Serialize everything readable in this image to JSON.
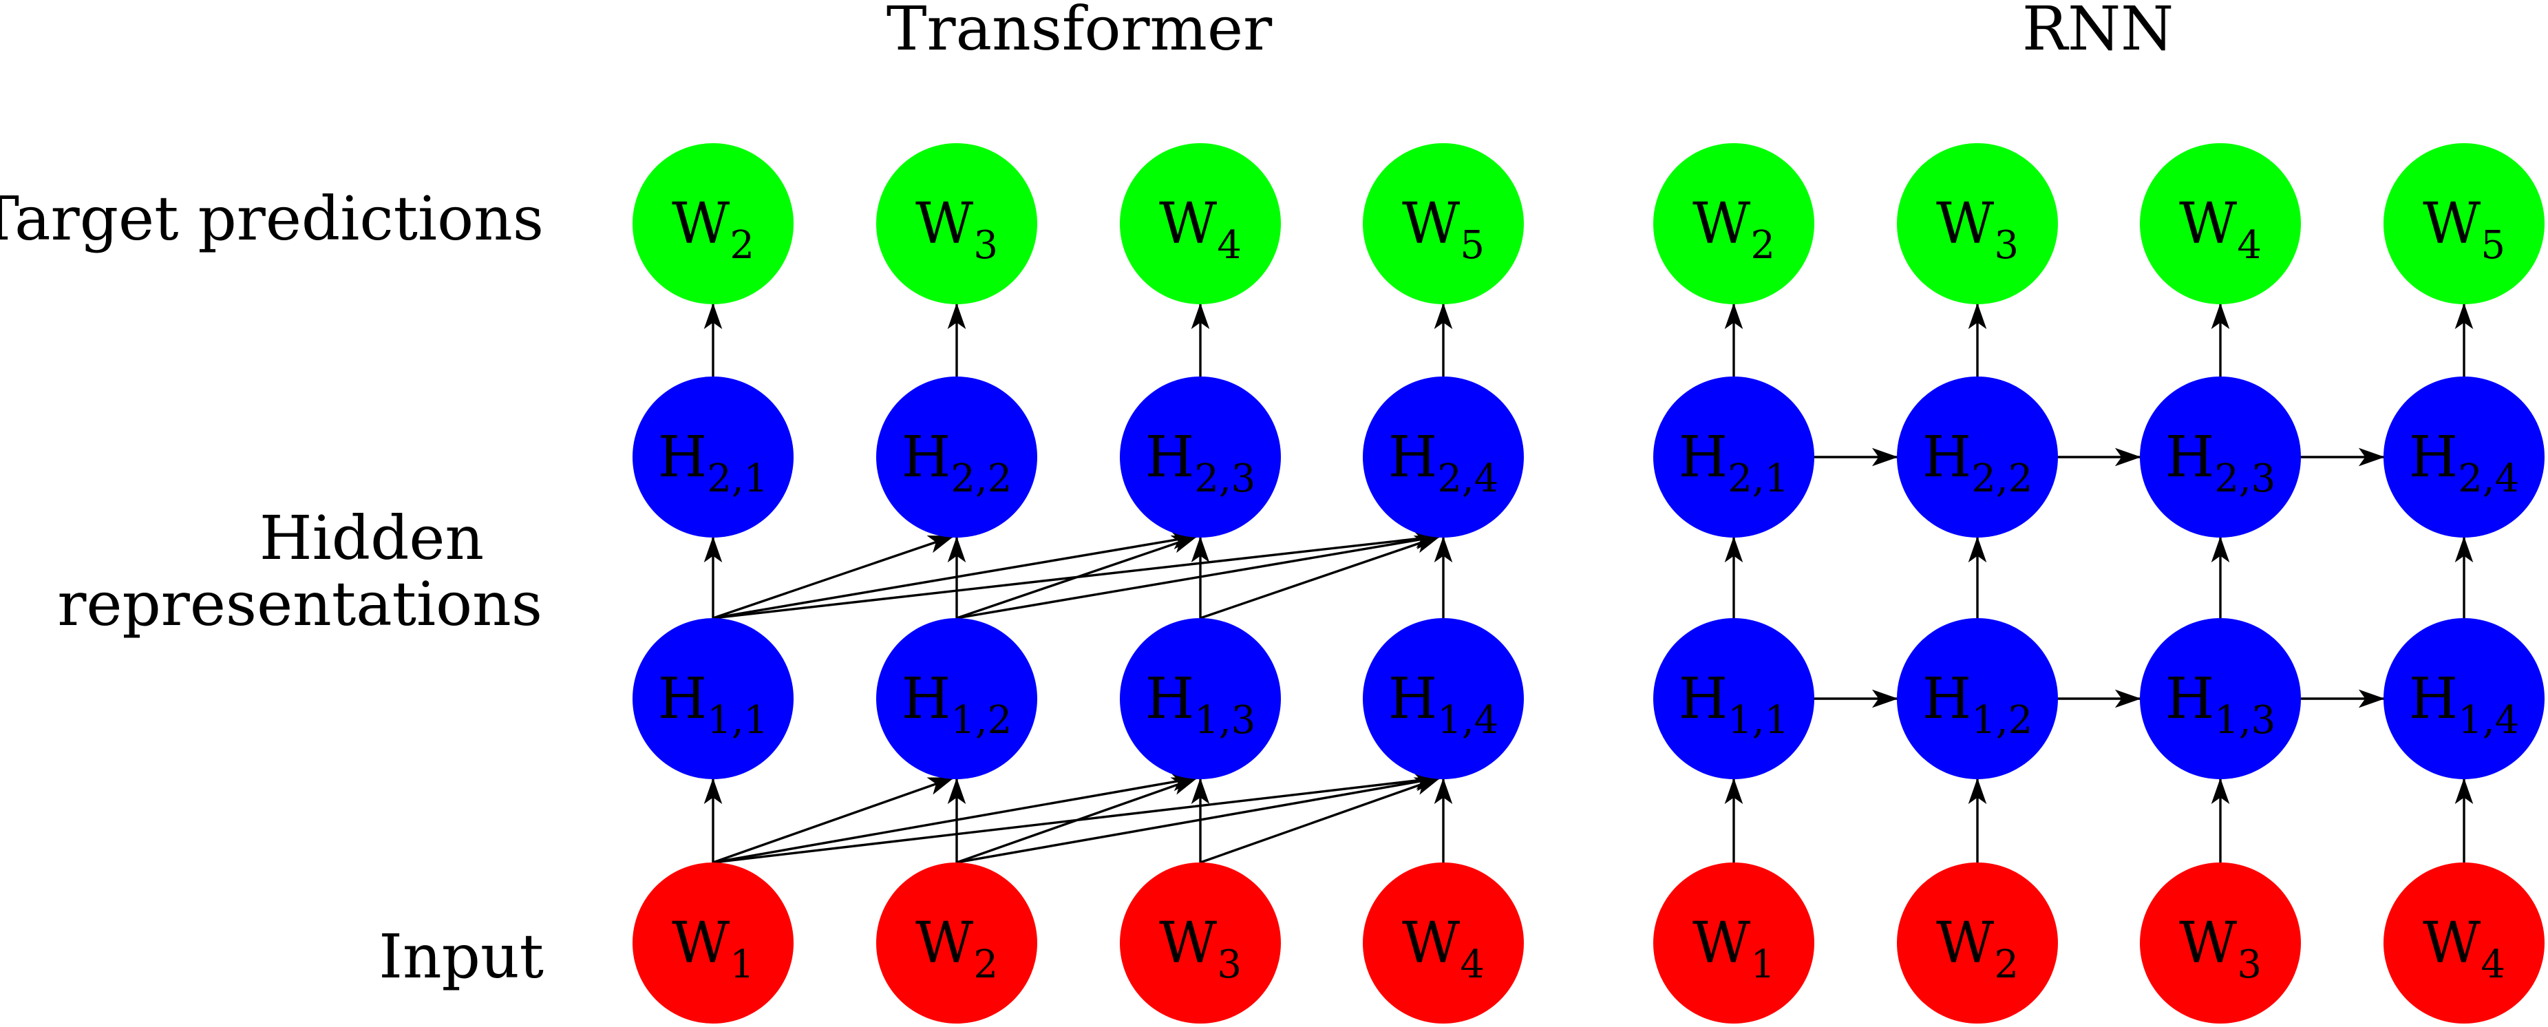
{
  "titles": {
    "transformer": "Transformer",
    "rnn": "RNN"
  },
  "row_labels": {
    "target": "Target predictions",
    "hidden_line1": "Hidden",
    "hidden_line2": "representations",
    "input": "Input"
  },
  "colors": {
    "input": "#ff0000",
    "hidden": "#0000ff",
    "target": "#00ff00",
    "edge": "#000000"
  },
  "panels": [
    {
      "key": "transformer",
      "connectivity": "all-previous-positions",
      "rows": {
        "target": [
          {
            "base": "W",
            "sub": "2"
          },
          {
            "base": "W",
            "sub": "3"
          },
          {
            "base": "W",
            "sub": "4"
          },
          {
            "base": "W",
            "sub": "5"
          }
        ],
        "hidden2": [
          {
            "base": "H",
            "sub": "2,1"
          },
          {
            "base": "H",
            "sub": "2,2"
          },
          {
            "base": "H",
            "sub": "2,3"
          },
          {
            "base": "H",
            "sub": "2,4"
          }
        ],
        "hidden1": [
          {
            "base": "H",
            "sub": "1,1"
          },
          {
            "base": "H",
            "sub": "1,2"
          },
          {
            "base": "H",
            "sub": "1,3"
          },
          {
            "base": "H",
            "sub": "1,4"
          }
        ],
        "input": [
          {
            "base": "W",
            "sub": "1"
          },
          {
            "base": "W",
            "sub": "2"
          },
          {
            "base": "W",
            "sub": "3"
          },
          {
            "base": "W",
            "sub": "4"
          }
        ]
      }
    },
    {
      "key": "rnn",
      "connectivity": "recurrent-previous-position",
      "rows": {
        "target": [
          {
            "base": "W",
            "sub": "2"
          },
          {
            "base": "W",
            "sub": "3"
          },
          {
            "base": "W",
            "sub": "4"
          },
          {
            "base": "W",
            "sub": "5"
          }
        ],
        "hidden2": [
          {
            "base": "H",
            "sub": "2,1"
          },
          {
            "base": "H",
            "sub": "2,2"
          },
          {
            "base": "H",
            "sub": "2,3"
          },
          {
            "base": "H",
            "sub": "2,4"
          }
        ],
        "hidden1": [
          {
            "base": "H",
            "sub": "1,1"
          },
          {
            "base": "H",
            "sub": "1,2"
          },
          {
            "base": "H",
            "sub": "1,3"
          },
          {
            "base": "H",
            "sub": "1,4"
          }
        ],
        "input": [
          {
            "base": "W",
            "sub": "1"
          },
          {
            "base": "W",
            "sub": "2"
          },
          {
            "base": "W",
            "sub": "3"
          },
          {
            "base": "W",
            "sub": "4"
          }
        ]
      }
    }
  ]
}
